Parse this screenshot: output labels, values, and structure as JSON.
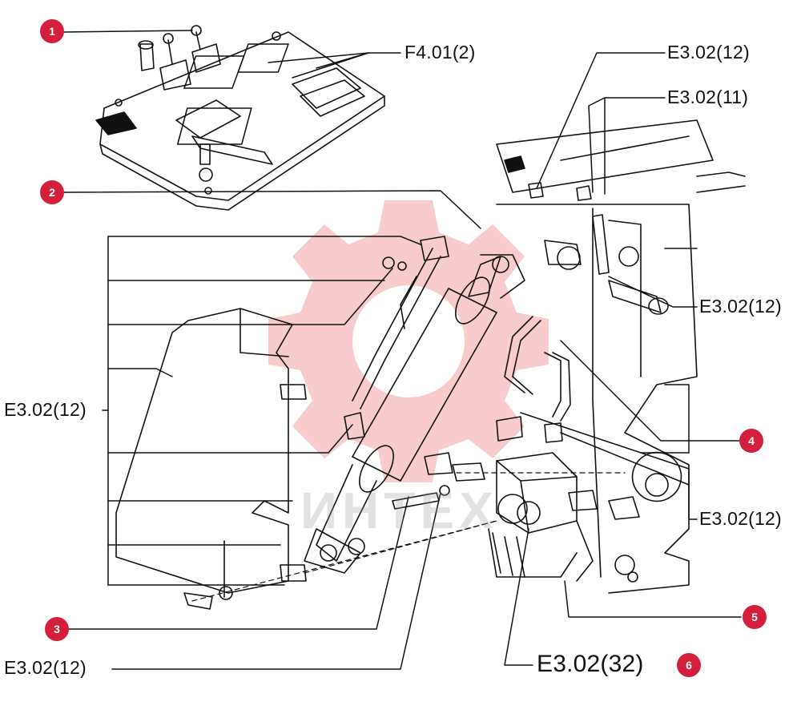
{
  "diagram": {
    "callouts": [
      {
        "id": "1",
        "label": "1"
      },
      {
        "id": "2",
        "label": "2"
      },
      {
        "id": "3",
        "label": "3"
      },
      {
        "id": "4",
        "label": "4"
      },
      {
        "id": "5",
        "label": "5"
      },
      {
        "id": "6",
        "label": "6"
      }
    ],
    "part_refs": [
      "F4.01(2)",
      "E3.02(12)",
      "E3.02(11)",
      "E3.02(12)",
      "E3.02(12)",
      "E3.02(12)",
      "E3.02(12)",
      "E3.02(32)"
    ],
    "watermark": "ИНТЕХ",
    "colors": {
      "callout": "#d31f3b",
      "line": "#111111",
      "watermark": "#f0a0a0"
    }
  }
}
